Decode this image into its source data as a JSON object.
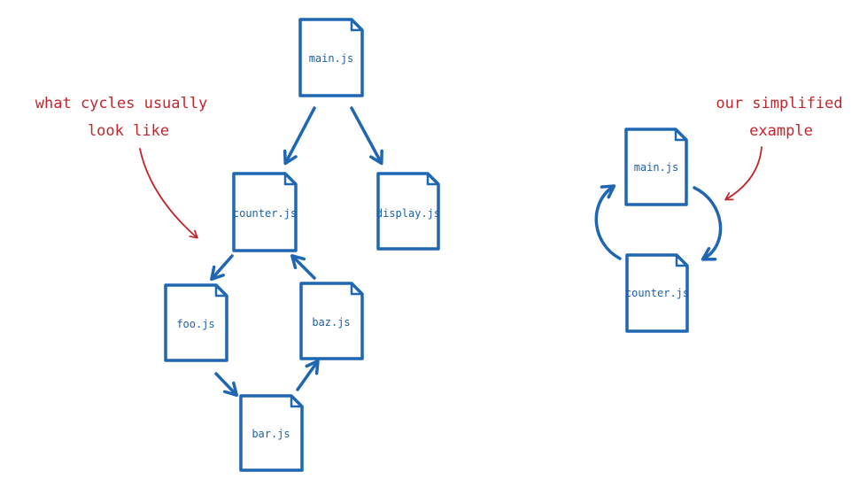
{
  "colors": {
    "file_stroke": "#1f66b3",
    "arrow_stroke": "#1f66b3",
    "note_color": "#c0262d",
    "label_color": "#1f5fa9",
    "background": "#ffffff"
  },
  "diagram_left": {
    "files": {
      "main": "main.js",
      "counter": "counter.js",
      "display": "display.js",
      "foo": "foo.js",
      "baz": "baz.js",
      "bar": "bar.js"
    },
    "annotation": {
      "line1": "what cycles usually",
      "line2": "look like"
    }
  },
  "diagram_right": {
    "files": {
      "main": "main.js",
      "counter": "counter.js"
    },
    "annotation": {
      "line1": "our simplified",
      "line2": "example"
    }
  }
}
